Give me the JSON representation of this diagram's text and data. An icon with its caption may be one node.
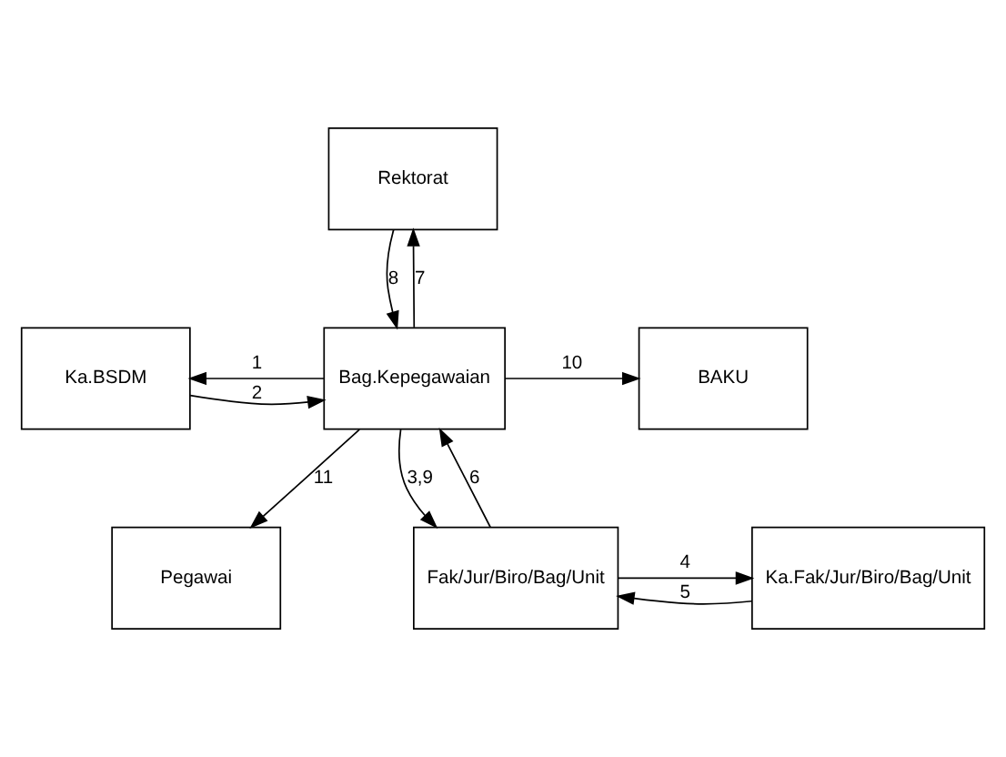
{
  "diagram": {
    "nodes": [
      {
        "text": [
          "Rektorat"
        ]
      },
      {
        "text": [
          "Ka.BSDM"
        ]
      },
      {
        "text": [
          "Bag.Kepegawaian"
        ]
      },
      {
        "text": [
          "BAKU"
        ]
      },
      {
        "text": [
          "Pegawai"
        ]
      },
      {
        "text": [
          "Fak/Jur/Biro/Bag/Unit"
        ]
      },
      {
        "text": [
          "Ka.Fak/Jur/Biro/Bag/Unit"
        ]
      }
    ],
    "edges": [
      {
        "from": 2,
        "to": 0,
        "arrow": "to",
        "label": "7"
      },
      {
        "from": 0,
        "to": 2,
        "arrow": "to",
        "label": "8"
      },
      {
        "from": 2,
        "to": 1,
        "arrow": "to",
        "label": "1"
      },
      {
        "from": 1,
        "to": 2,
        "arrow": "to",
        "label": "2"
      },
      {
        "from": 2,
        "to": 3,
        "arrow": "to",
        "label": "10"
      },
      {
        "from": 2,
        "to": 4,
        "arrow": "to",
        "label": "11"
      },
      {
        "from": 2,
        "to": 5,
        "arrow": "to",
        "label": "3,9"
      },
      {
        "from": 5,
        "to": 2,
        "arrow": "to",
        "label": "6"
      },
      {
        "from": 5,
        "to": 6,
        "arrow": "to",
        "label": "4"
      },
      {
        "from": 6,
        "to": 5,
        "arrow": "to",
        "label": "5"
      }
    ]
  }
}
